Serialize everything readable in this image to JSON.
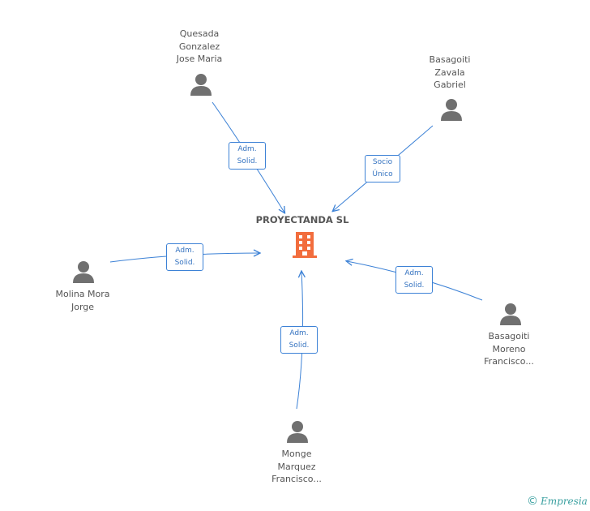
{
  "company": {
    "name": "PROYECTANDA SL",
    "icon": "building-icon",
    "color": "#f26d3d"
  },
  "colors": {
    "arrow": "#3d82d6",
    "person": "#707070",
    "text": "#555555"
  },
  "people": [
    {
      "id": "quesada",
      "name": "Quesada\nGonzalez\nJose Maria",
      "role": "Adm.\nSolid."
    },
    {
      "id": "basagoiti-zavala",
      "name": "Basagoiti\nZavala\nGabriel",
      "role": "Socio\nÚnico"
    },
    {
      "id": "molina",
      "name": "Molina Mora\nJorge",
      "role": "Adm.\nSolid."
    },
    {
      "id": "basagoiti-moreno",
      "name": "Basagoiti\nMoreno\nFrancisco...",
      "role": "Adm.\nSolid."
    },
    {
      "id": "monge",
      "name": "Monge\nMarquez\nFrancisco...",
      "role": "Adm.\nSolid."
    }
  ],
  "watermark": {
    "copyright": "©",
    "brand": "Empresia"
  }
}
